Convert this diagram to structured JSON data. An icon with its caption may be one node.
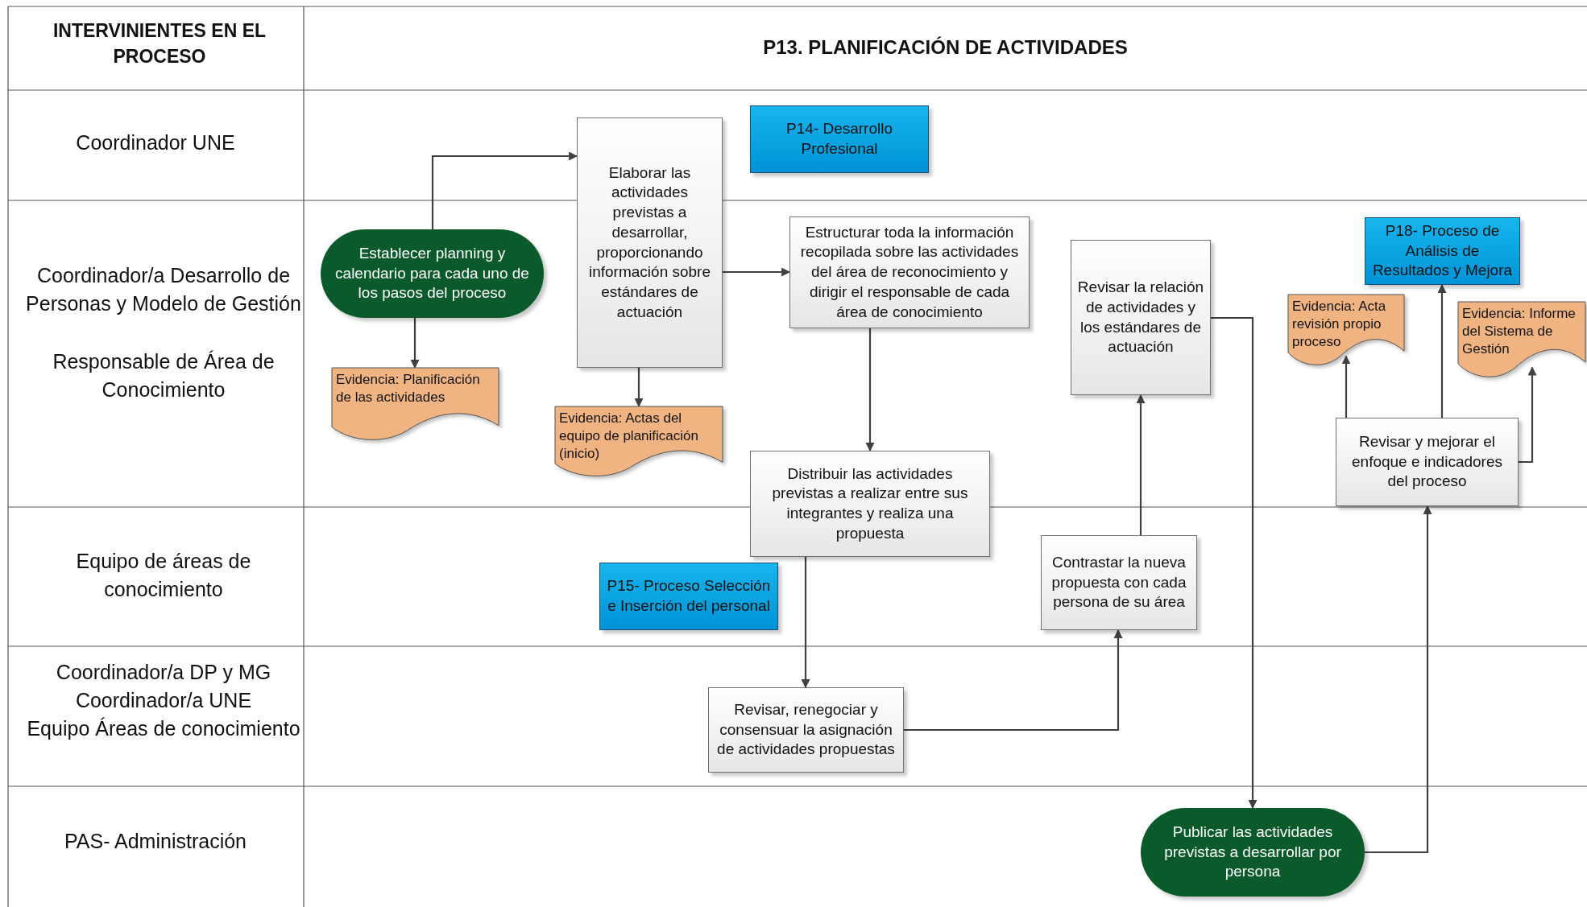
{
  "diagram": {
    "title": "P13. PLANIFICACIÓN DE ACTIVIDADES",
    "nodes": [
      {
        "text": [
          "Establecer planning y calendario para cada uno de los pasos del proceso"
        ]
      },
      {
        "text": [
          "Evidencia: Planificación de las actividades"
        ]
      },
      {
        "text": [
          "Elaborar las actividades previstas a desarrollar, proporcionando información sobre estándares de actuación"
        ]
      },
      {
        "text": [
          "Evidencia: Actas del equipo de planificación (inicio)"
        ]
      },
      {
        "text": [
          "P14- Desarrollo Profesional"
        ]
      },
      {
        "text": [
          "Estructurar toda la información recopilada sobre las actividades del área de reconocimiento y dirigir el responsable de cada área de conocimiento"
        ]
      },
      {
        "text": [
          "Distribuir las actividades previstas a realizar entre sus integrantes y realiza una propuesta"
        ]
      },
      {
        "text": [
          "P15- Proceso Selección e Inserción del personal"
        ]
      },
      {
        "text": [
          "Revisar, renegociar y consensuar la asignación de actividades propuestas"
        ]
      },
      {
        "text": [
          "Contrastar la nueva propuesta con cada persona de su área"
        ]
      },
      {
        "text": [
          "Revisar la relación de actividades y los estándares de actuación"
        ]
      },
      {
        "text": [
          "Publicar las actividades previstas a desarrollar por persona"
        ]
      },
      {
        "text": [
          "Revisar y mejorar el enfoque e indicadores del proceso"
        ]
      },
      {
        "text": [
          "P18- Proceso de Análisis de Resultados y Mejora"
        ]
      },
      {
        "text": [
          "Evidencia: Acta revisión propio proceso"
        ]
      },
      {
        "text": [
          "Evidencia: Informe del Sistema de Gestión"
        ]
      }
    ],
    "edges": [
      {
        "from": 0,
        "to": 2,
        "arrow": "to"
      },
      {
        "from": 0,
        "to": 1,
        "arrow": "to"
      },
      {
        "from": 2,
        "to": 5,
        "arrow": "to"
      },
      {
        "from": 2,
        "to": 3,
        "arrow": "to"
      },
      {
        "from": 5,
        "to": 6,
        "arrow": "to"
      },
      {
        "from": 6,
        "to": 8,
        "arrow": "to"
      },
      {
        "from": 8,
        "to": 9,
        "arrow": "to"
      },
      {
        "from": 9,
        "to": 10,
        "arrow": "to"
      },
      {
        "from": 10,
        "to": 11,
        "arrow": "to"
      },
      {
        "from": 11,
        "to": 12,
        "arrow": "to"
      },
      {
        "from": 12,
        "to": 14,
        "arrow": "to"
      },
      {
        "from": 12,
        "to": 13,
        "arrow": "to"
      },
      {
        "from": 12,
        "to": 15,
        "arrow": "to"
      }
    ],
    "labels": [
      "INTERVINIENTES EN EL PROCESO",
      "Coordinador UNE",
      "Coordinador/a Desarrollo de Personas y Modelo de Gestión",
      "Responsable de Área de Conocimiento",
      "Equipo de áreas de conocimiento",
      "Coordinador/a DP y MG",
      "Coordinador/a UNE",
      "Equipo Áreas de conocimiento",
      "PAS- Administración"
    ]
  }
}
